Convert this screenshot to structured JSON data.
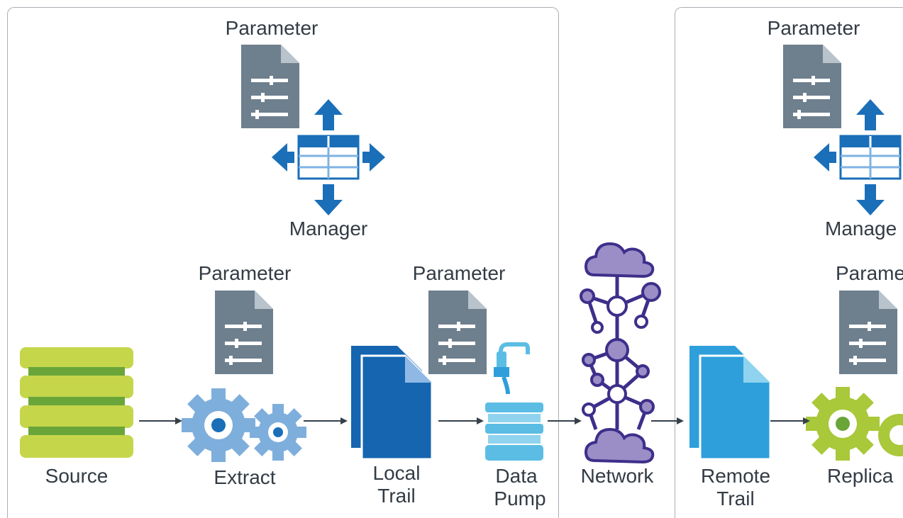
{
  "labels": {
    "param_top_left": "Parameter",
    "manager_left": "Manager",
    "param_extract": "Parameter",
    "param_pump": "Parameter",
    "param_top_right": "Parameter",
    "manager_right": "Manage",
    "param_replicat": "Paramet",
    "source": "Source",
    "extract": "Extract",
    "local_trail_1": "Local",
    "local_trail_2": "Trail",
    "data_pump_1": "Data",
    "data_pump_2": "Pump",
    "network": "Network",
    "remote_trail_1": "Remote",
    "remote_trail_2": "Trail",
    "replicat": "Replica"
  },
  "icons": {
    "parameter": "parameter-document-icon",
    "manager": "manager-table-arrows-icon",
    "source": "database-icon",
    "extract": "gears-icon",
    "local_trail": "trail-files-icon",
    "data_pump": "water-pump-icon",
    "network": "network-cloud-icon",
    "remote_trail": "trail-files-icon",
    "replicat": "gears-icon"
  },
  "colors": {
    "document_gray": "#6e7f8e",
    "manager_blue": "#1a6fb8",
    "source_green": "#c5d64b",
    "extract_blue": "#7eaedc",
    "local_trail_blue": "#1565b0",
    "pump_cyan": "#5bbde4",
    "network_purple": "#3d2f8a",
    "remote_trail_blue": "#2e9fdb",
    "replicat_green": "#a9c83a",
    "arrow_dark": "#36404a",
    "panel_border": "#a9afb6"
  }
}
